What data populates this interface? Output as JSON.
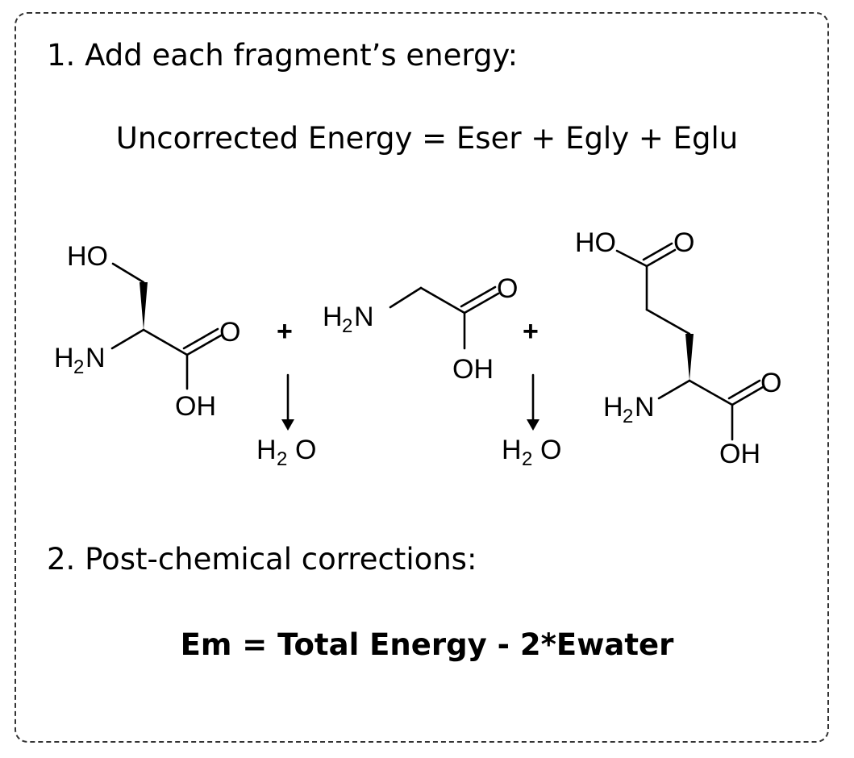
{
  "step1": {
    "label": "1. Add each fragment’s energy:"
  },
  "equation1": "Uncorrected Energy = Eser + Egly + Eglu",
  "step2": {
    "label": "2. Post-chemical corrections:"
  },
  "equation2": "Em = Total Energy - 2*Ewater",
  "molecules": {
    "plus_symbol": "+",
    "water_H": "H",
    "water_sub": "2",
    "water_O": "O",
    "atoms": {
      "HO": "HO",
      "OH": "OH",
      "O": "O",
      "H": "H",
      "N": "N",
      "sub2": "2"
    }
  }
}
